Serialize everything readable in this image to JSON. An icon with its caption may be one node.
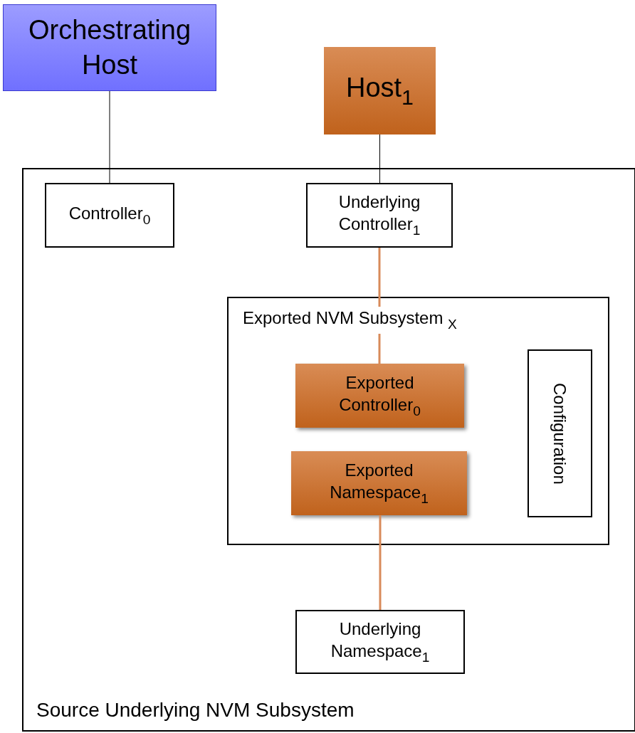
{
  "diagram": {
    "nodes": [
      {
        "text": [
          "Orchestrating Host"
        ]
      },
      {
        "text": [
          "Host$_{1}$"
        ]
      },
      {
        "text": [
          "Source Underlying NVM Subsystem"
        ]
      },
      {
        "text": [
          "Controller$_{0}$"
        ],
        "in": 2
      },
      {
        "text": [
          "Underlying Controller$_{1}$"
        ],
        "in": 2
      },
      {
        "text": [
          "Exported NVM Subsystem $_{X}$"
        ],
        "in": 2
      },
      {
        "text": [
          "Exported Controller$_{0}$"
        ],
        "in": 5
      },
      {
        "text": [
          "Exported Namespace$_{1}$"
        ],
        "in": 5
      },
      {
        "text": [
          "Configuration"
        ],
        "in": 5
      },
      {
        "text": [
          "Underlying Namespace$_{1}$"
        ],
        "in": 2
      }
    ],
    "edges": [
      {
        "from": 0,
        "to": 3,
        "arrow": "none"
      },
      {
        "from": 1,
        "to": 4,
        "arrow": "none"
      },
      {
        "from": 4,
        "to": 6,
        "arrow": "none",
        "style": "thick",
        "color": "#d88a5a"
      },
      {
        "from": 7,
        "to": 9,
        "arrow": "none",
        "style": "thick",
        "color": "#d88a5a"
      }
    ]
  }
}
